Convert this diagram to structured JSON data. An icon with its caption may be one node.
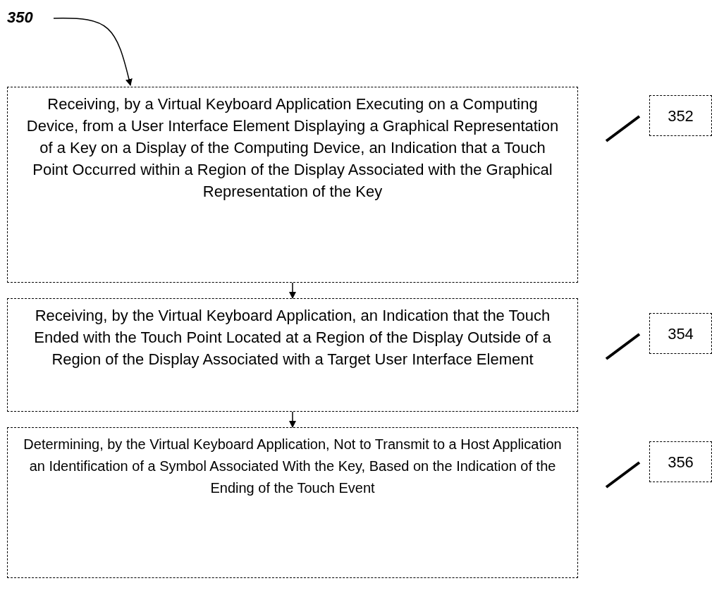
{
  "diagram": {
    "nodes": [
      {
        "text": [
          "350"
        ]
      },
      {
        "text": [
          "Receiving, by a Virtual Keyboard Application Executing on a Computing Device, from a User Interface Element Displaying a Graphical Representation of a Key on a Display of the Computing Device, an Indication that a Touch Point Occurred within a Region of the Display Associated with the Graphical Representation of the Key"
        ]
      },
      {
        "text": [
          "Receiving, by the Virtual Keyboard Application, an Indication that the Touch Ended with the Touch Point Located at a Region of the Display Outside of a Region of the Display Associated with a Target User Interface Element"
        ]
      },
      {
        "text": [
          "Determining, by the Virtual Keyboard Application, Not to Transmit to a Host Application an Identification of a Symbol Associated With the Key, Based on the Indication of the Ending of the Touch Event"
        ]
      },
      {
        "text": [
          "352"
        ]
      },
      {
        "text": [
          "354"
        ]
      },
      {
        "text": [
          "356"
        ]
      }
    ],
    "edges": [
      {
        "from": 0,
        "to": 1,
        "arrow": "to"
      },
      {
        "from": 1,
        "to": 2,
        "arrow": "to"
      },
      {
        "from": 2,
        "to": 3,
        "arrow": "to"
      },
      {
        "from": 4,
        "to": 1,
        "arrow": "none",
        "style": "thick"
      },
      {
        "from": 5,
        "to": 2,
        "arrow": "none",
        "style": "thick"
      },
      {
        "from": 6,
        "to": 3,
        "arrow": "none",
        "style": "thick"
      }
    ]
  }
}
